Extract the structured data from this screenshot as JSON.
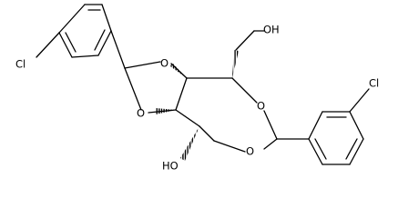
{
  "molecule": {
    "bond_color": "#000000",
    "background": "#ffffff",
    "labels": {
      "cl_left": "Cl",
      "cl_right": "Cl",
      "o_dioxolane_top": "O",
      "o_dioxolane_bottom": "O",
      "o_ring_top": "O",
      "o_ring_bottom": "O",
      "hydroxyl_top": "OH",
      "hydroxyl_bottom": "HO"
    }
  }
}
